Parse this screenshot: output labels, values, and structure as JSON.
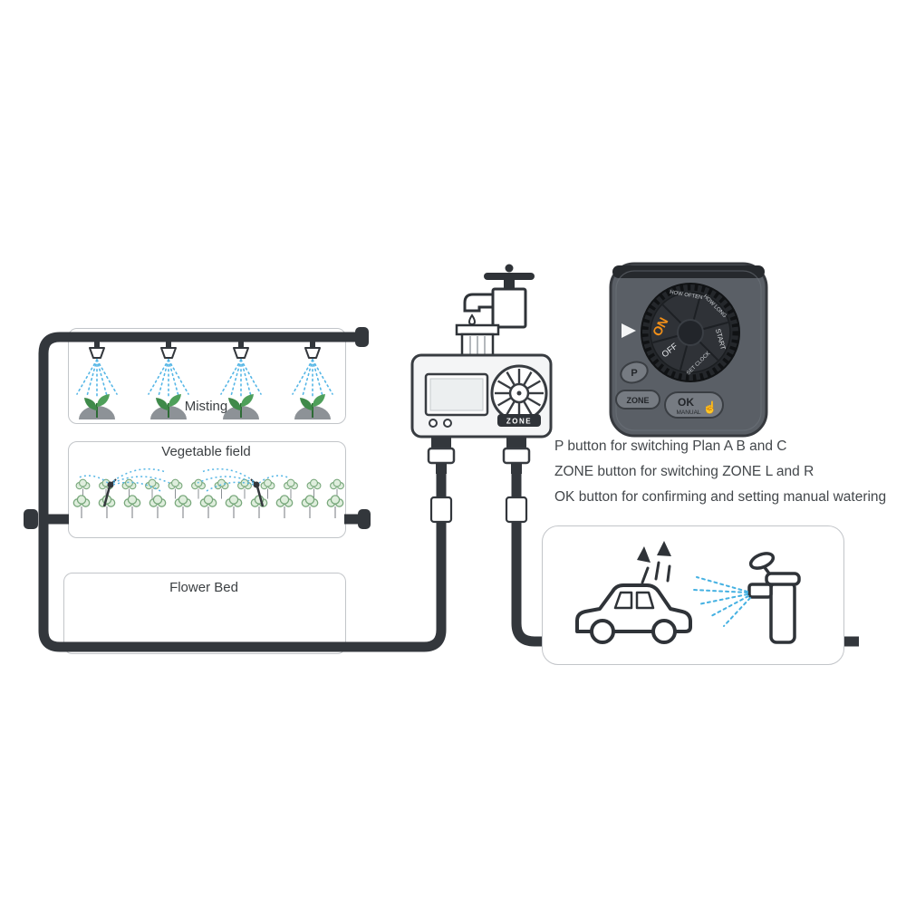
{
  "zones": {
    "misting_label": "Misting",
    "vegetable_label": "Vegetable field",
    "flower_label": "Flower Bed"
  },
  "timer": {
    "zone_pill_label": "ZONE"
  },
  "closeup": {
    "dial_labels": {
      "on": "ON",
      "off": "OFF",
      "start": "START",
      "how_long": "HOW LONG",
      "how_often": "HOW OFTEN",
      "set_clock": "SET CLOCK"
    },
    "buttons": {
      "p": "P",
      "zone": "ZONE",
      "ok": "OK",
      "manual": "MANUAL",
      "hand_icon": "☝"
    }
  },
  "instructions": {
    "line1": "P button for switching Plan A B and C",
    "line2": "ZONE button for switching ZONE L and R",
    "line3": "OK button for confirming and setting manual watering"
  },
  "colors": {
    "pipe": "#33373c",
    "outline": "#2f3338",
    "box_border": "#c2c5c9",
    "spray_blue": "#49b2e0",
    "plant_green": "#3f8a4a",
    "soil_gray": "#8d9297",
    "device_gray": "#5a5f66",
    "dial_dark": "#24272b",
    "accent_orange": "#f18f18"
  }
}
